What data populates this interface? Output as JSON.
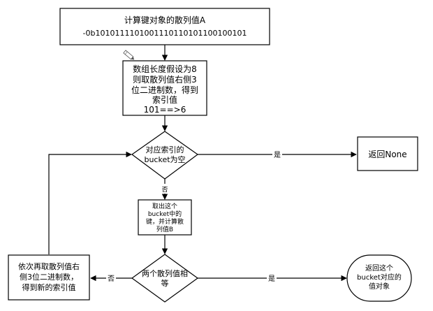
{
  "nodes": {
    "compute_hash": {
      "line1": "计算键对象的散列值A",
      "line2": "-0b1010111101001110110101100100101"
    },
    "get_index": {
      "line1": "数组长度假设为8",
      "line2": "则取散列值右侧3",
      "line3": "位二进制数，得到",
      "line4": "索引值",
      "line5": "101==>6"
    },
    "bucket_empty": {
      "line1": "对应索引的",
      "line2": "bucket为空"
    },
    "return_none": {
      "line1": "返回None"
    },
    "fetch_key": {
      "line1": "取出这个",
      "line2": "bucket中的",
      "line3": "键，并计算散",
      "line4": "列值B"
    },
    "hash_equal": {
      "line1": "两个散列值相",
      "line2": "等"
    },
    "return_value": {
      "line1": "返回这个",
      "line2": "bucket对应的",
      "line3": "值对象"
    },
    "rehash": {
      "line1": "依次再取散列值右",
      "line2": "侧3位二进制数，",
      "line3": "得到新的索引值"
    }
  },
  "edges": {
    "empty_yes": "是",
    "empty_no": "否",
    "equal_yes": "是",
    "equal_no": "否"
  }
}
